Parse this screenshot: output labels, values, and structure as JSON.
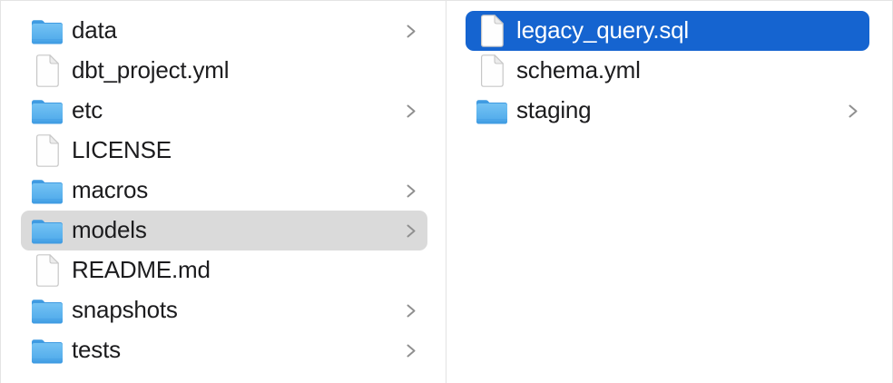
{
  "columns": [
    {
      "name": "left",
      "items": [
        {
          "label": "data",
          "icon": "folder-icon",
          "chevron": true,
          "selected": "none"
        },
        {
          "label": "dbt_project.yml",
          "icon": "file-icon",
          "chevron": false,
          "selected": "none"
        },
        {
          "label": "etc",
          "icon": "folder-icon",
          "chevron": true,
          "selected": "none"
        },
        {
          "label": "LICENSE",
          "icon": "file-icon",
          "chevron": false,
          "selected": "none"
        },
        {
          "label": "macros",
          "icon": "folder-icon",
          "chevron": true,
          "selected": "none"
        },
        {
          "label": "models",
          "icon": "folder-icon",
          "chevron": true,
          "selected": "gray"
        },
        {
          "label": "README.md",
          "icon": "file-icon",
          "chevron": false,
          "selected": "none"
        },
        {
          "label": "snapshots",
          "icon": "folder-icon",
          "chevron": true,
          "selected": "none"
        },
        {
          "label": "tests",
          "icon": "folder-icon",
          "chevron": true,
          "selected": "none"
        }
      ]
    },
    {
      "name": "right",
      "items": [
        {
          "label": "legacy_query.sql",
          "icon": "file-icon",
          "chevron": false,
          "selected": "blue"
        },
        {
          "label": "schema.yml",
          "icon": "file-icon",
          "chevron": false,
          "selected": "none"
        },
        {
          "label": "staging",
          "icon": "folder-icon",
          "chevron": true,
          "selected": "none"
        }
      ]
    }
  ],
  "colors": {
    "selection_blue": "#1564d0",
    "selection_gray": "#dadada",
    "divider": "#e2e2e2",
    "chevron": "#909090",
    "folder_blue_light": "#74c2f3",
    "folder_blue_mid": "#55aeec",
    "folder_blue_dark": "#3f9be2",
    "file_stroke": "#c7c7c7",
    "text": "#1c1c1e"
  }
}
